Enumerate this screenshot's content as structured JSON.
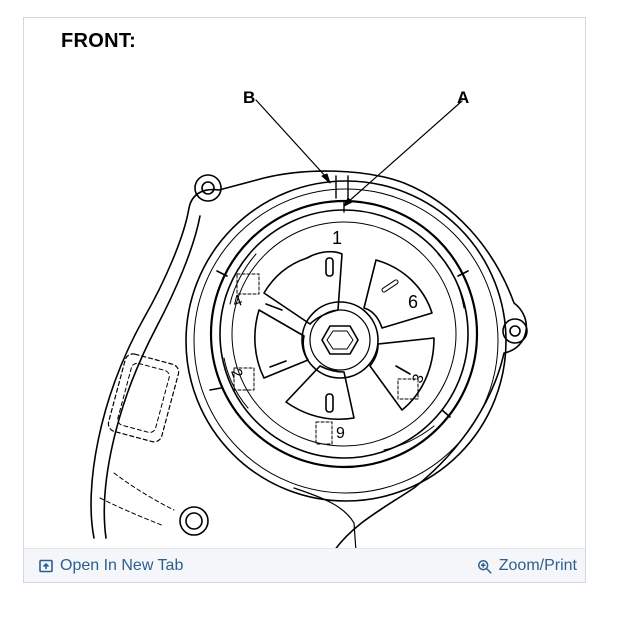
{
  "diagram": {
    "heading": "FRONT:",
    "callouts": {
      "a": "A",
      "b": "B"
    },
    "numerals": {
      "top": "1",
      "right": "6",
      "lower_right": "3",
      "bottom": "9",
      "lower_left": "2",
      "left": "4"
    }
  },
  "toolbar": {
    "open_new_tab_label": "Open In New Tab",
    "zoom_print_label": "Zoom/Print",
    "open_icon": "open-in-new-tab-icon",
    "zoom_icon": "zoom-in-icon",
    "link_color": "#2d5f8e"
  }
}
